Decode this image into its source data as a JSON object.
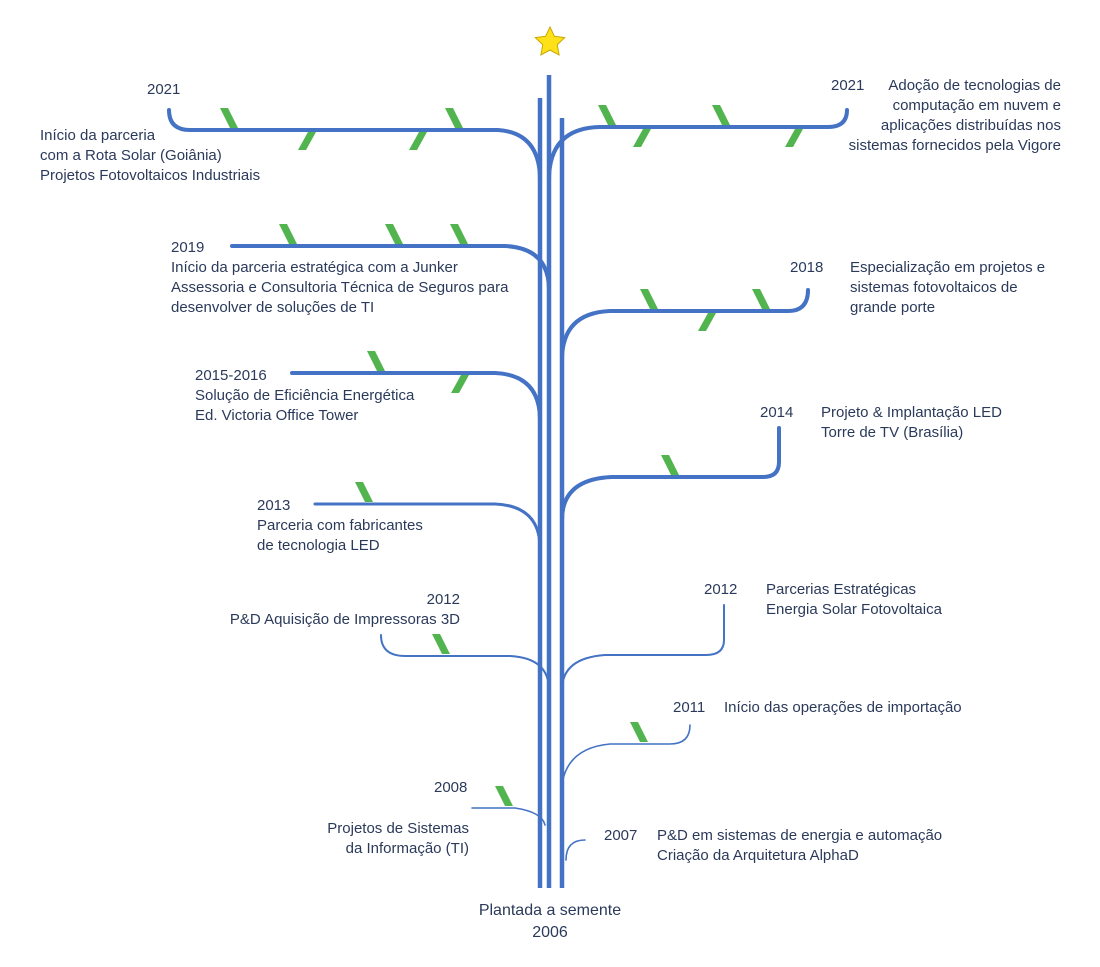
{
  "colors": {
    "branch": "#4472c4",
    "leaf": "#52b44e",
    "star": "#ffe11a",
    "star_stroke": "#c9a800",
    "text": "#2b3a5a"
  },
  "icons": {
    "top": "star-icon",
    "leaf": "leaf-icon"
  },
  "seed": {
    "text": "Plantada a semente",
    "year": "2006"
  },
  "milestones": {
    "m2021_left": {
      "year": "2021",
      "lines": [
        "Início da parceria",
        "com a Rota Solar (Goiânia)",
        "Projetos Fotovoltaicos Industriais"
      ]
    },
    "m2021_right": {
      "year": "2021",
      "lines": [
        "Adoção de tecnologias de",
        "computação em nuvem e",
        "aplicações distribuídas nos",
        "sistemas  fornecidos pela Vigore"
      ]
    },
    "m2019": {
      "year": "2019",
      "lines": [
        "Início da parceria estratégica com a Junker",
        "Assessoria e Consultoria Técnica de Seguros para",
        "desenvolver de soluções de TI"
      ]
    },
    "m2018": {
      "year": "2018",
      "lines": [
        "Especialização em projetos e",
        "sistemas fotovoltaicos de",
        "grande porte"
      ]
    },
    "m2015": {
      "year": "2015-2016",
      "lines": [
        "Solução de Eficiência Energética",
        "Ed. Victoria Office Tower"
      ]
    },
    "m2014": {
      "year": "2014",
      "lines": [
        "Projeto & Implantação LED",
        "Torre de TV (Brasília)"
      ]
    },
    "m2013": {
      "year": "2013",
      "lines": [
        "Parceria com fabricantes",
        "de tecnologia LED"
      ]
    },
    "m2012_left": {
      "year": "2012",
      "lines": [
        "P&D Aquisição de Impressoras 3D"
      ]
    },
    "m2012_right": {
      "year": "2012",
      "lines": [
        "Parcerias Estratégicas",
        "Energia Solar Fotovoltaica"
      ]
    },
    "m2011": {
      "year": "2011",
      "lines": [
        "Início das operações de importação"
      ]
    },
    "m2008": {
      "year": "2008",
      "lines": [
        "Projetos de Sistemas",
        "da Informação (TI)"
      ]
    },
    "m2007": {
      "year": "2007",
      "lines": [
        "P&D em sistemas de energia e automação",
        "Criação da Arquitetura AlphaD"
      ]
    }
  }
}
